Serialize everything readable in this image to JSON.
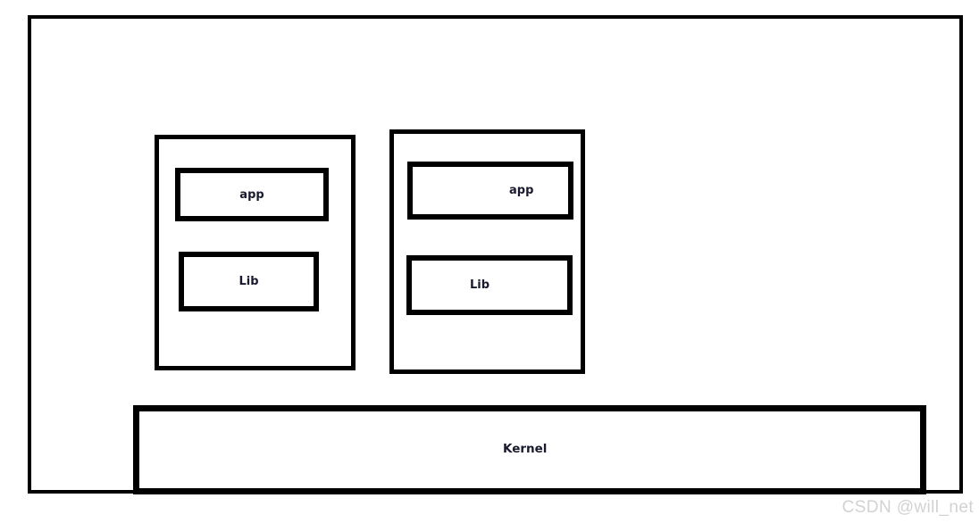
{
  "diagram": {
    "title": "Container architecture diagram",
    "background_color": "#ffffff",
    "stroke_color": "#000000",
    "text_color": "#1a1a2e",
    "outer_frame": {
      "label": "",
      "name": "host-system-frame"
    },
    "containers": [
      {
        "name": "container-1",
        "label": "",
        "layers": [
          {
            "name": "app",
            "label": "app"
          },
          {
            "name": "lib",
            "label": "Lib"
          }
        ]
      },
      {
        "name": "container-2",
        "label": "",
        "layers": [
          {
            "name": "app",
            "label": "app"
          },
          {
            "name": "lib",
            "label": "Lib"
          }
        ]
      }
    ],
    "kernel": {
      "label": "Kernel"
    }
  },
  "watermark": {
    "text": "CSDN @will_net",
    "color": "#d2d2d2"
  }
}
